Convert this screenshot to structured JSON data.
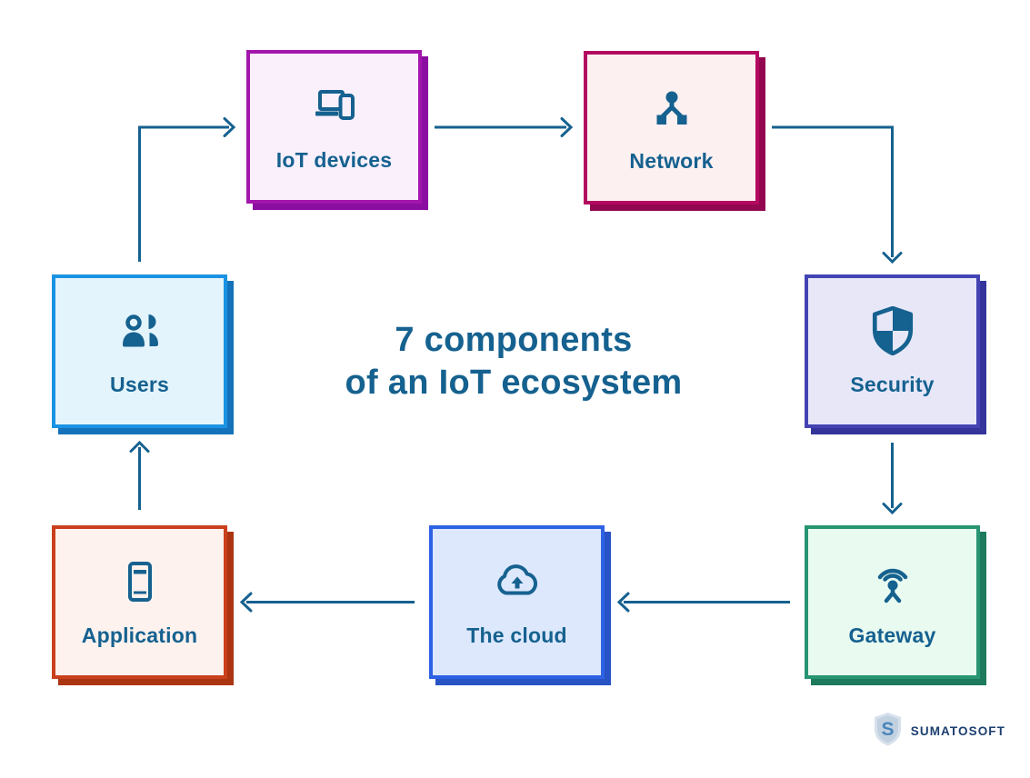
{
  "title": {
    "line1": "7 components",
    "line2": "of an IoT ecosystem"
  },
  "colors": {
    "background": "#FFFFFF",
    "ink": "#15618F",
    "arrow": "#15618F",
    "logo_text": "#1B3F70"
  },
  "nodes": [
    {
      "id": "iot-devices",
      "label": "IoT devices",
      "icon": "laptop-and-phone-icon",
      "fill": "#FAF0FB",
      "border": "#A216AC",
      "shadow": "#8A0FA0"
    },
    {
      "id": "network",
      "label": "Network",
      "icon": "network-nodes-icon",
      "fill": "#FDF0F1",
      "border": "#B30960",
      "shadow": "#930750"
    },
    {
      "id": "security",
      "label": "Security",
      "icon": "security-shield-icon",
      "fill": "#E7E7F8",
      "border": "#4343B4",
      "shadow": "#34349B"
    },
    {
      "id": "gateway",
      "label": "Gateway",
      "icon": "gateway-antenna-icon",
      "fill": "#E9FAF0",
      "border": "#279472",
      "shadow": "#1D7A5C"
    },
    {
      "id": "the-cloud",
      "label": "The cloud",
      "icon": "cloud-upload-icon",
      "fill": "#DDE8FC",
      "border": "#2E62E4",
      "shadow": "#2853C4"
    },
    {
      "id": "application",
      "label": "Application",
      "icon": "mobile-app-icon",
      "fill": "#FDF2EE",
      "border": "#CA3F1C",
      "shadow": "#AB3512"
    },
    {
      "id": "users",
      "label": "Users",
      "icon": "users-icon",
      "fill": "#E4F4FC",
      "border": "#1A93E2",
      "shadow": "#1472BB"
    }
  ],
  "connections": [
    {
      "from": "users",
      "to": "iot-devices"
    },
    {
      "from": "iot-devices",
      "to": "network"
    },
    {
      "from": "network",
      "to": "security"
    },
    {
      "from": "security",
      "to": "gateway"
    },
    {
      "from": "gateway",
      "to": "the-cloud"
    },
    {
      "from": "the-cloud",
      "to": "application"
    },
    {
      "from": "application",
      "to": "users"
    }
  ],
  "logo": {
    "wordmark": "SUMATOSOFT",
    "icon": "sumatosoft-shield-logo"
  }
}
